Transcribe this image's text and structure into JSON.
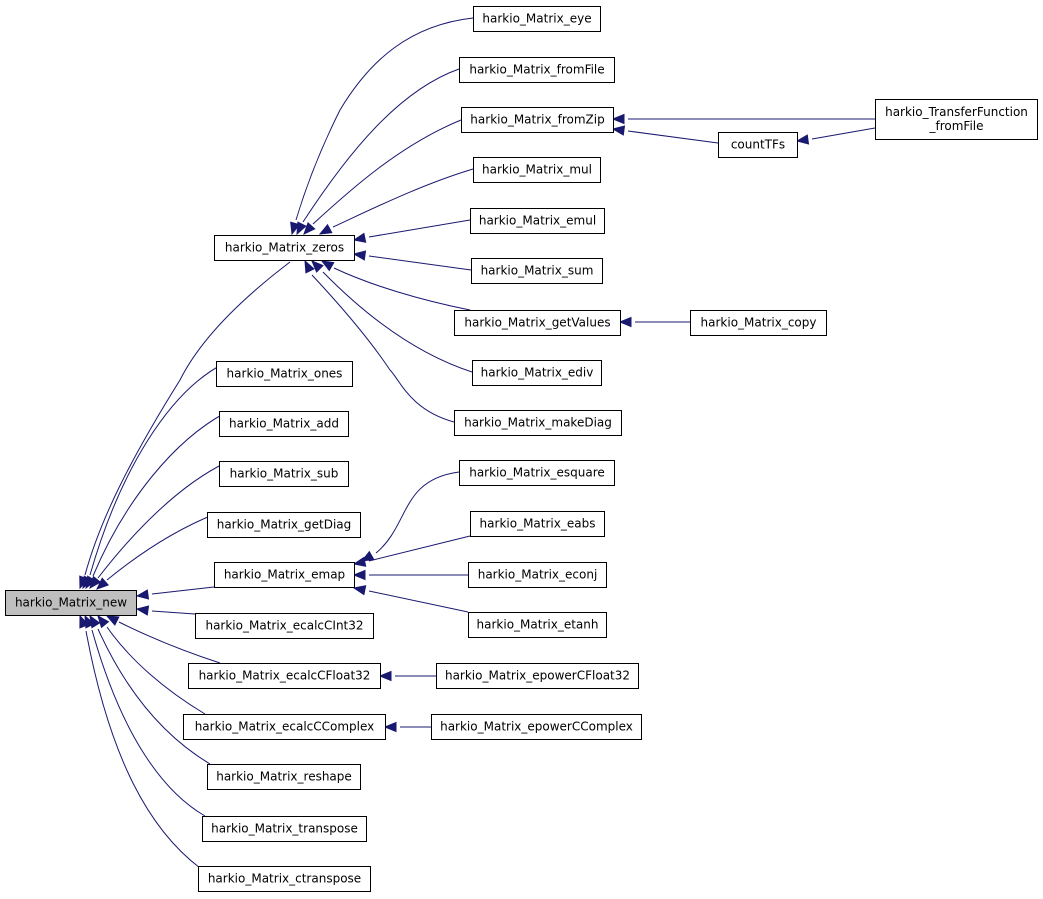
{
  "graph": {
    "nodes": [
      {
        "id": "new",
        "lines": [
          "harkio_Matrix_new"
        ]
      },
      {
        "id": "zeros",
        "lines": [
          "harkio_Matrix_zeros"
        ]
      },
      {
        "id": "ones",
        "lines": [
          "harkio_Matrix_ones"
        ]
      },
      {
        "id": "add",
        "lines": [
          "harkio_Matrix_add"
        ]
      },
      {
        "id": "sub",
        "lines": [
          "harkio_Matrix_sub"
        ]
      },
      {
        "id": "getDiag",
        "lines": [
          "harkio_Matrix_getDiag"
        ]
      },
      {
        "id": "emap",
        "lines": [
          "harkio_Matrix_emap"
        ]
      },
      {
        "id": "ecalcCInt32",
        "lines": [
          "harkio_Matrix_ecalcCInt32"
        ]
      },
      {
        "id": "ecalcCFloat32",
        "lines": [
          "harkio_Matrix_ecalcCFloat32"
        ]
      },
      {
        "id": "ecalcCComplex",
        "lines": [
          "harkio_Matrix_ecalcCComplex"
        ]
      },
      {
        "id": "reshape",
        "lines": [
          "harkio_Matrix_reshape"
        ]
      },
      {
        "id": "transpose",
        "lines": [
          "harkio_Matrix_transpose"
        ]
      },
      {
        "id": "ctranspose",
        "lines": [
          "harkio_Matrix_ctranspose"
        ]
      },
      {
        "id": "eye",
        "lines": [
          "harkio_Matrix_eye"
        ]
      },
      {
        "id": "fromFile",
        "lines": [
          "harkio_Matrix_fromFile"
        ]
      },
      {
        "id": "fromZip",
        "lines": [
          "harkio_Matrix_fromZip"
        ]
      },
      {
        "id": "mul",
        "lines": [
          "harkio_Matrix_mul"
        ]
      },
      {
        "id": "emul",
        "lines": [
          "harkio_Matrix_emul"
        ]
      },
      {
        "id": "sum",
        "lines": [
          "harkio_Matrix_sum"
        ]
      },
      {
        "id": "getValues",
        "lines": [
          "harkio_Matrix_getValues"
        ]
      },
      {
        "id": "ediv",
        "lines": [
          "harkio_Matrix_ediv"
        ]
      },
      {
        "id": "makeDiag",
        "lines": [
          "harkio_Matrix_makeDiag"
        ]
      },
      {
        "id": "esquare",
        "lines": [
          "harkio_Matrix_esquare"
        ]
      },
      {
        "id": "eabs",
        "lines": [
          "harkio_Matrix_eabs"
        ]
      },
      {
        "id": "econj",
        "lines": [
          "harkio_Matrix_econj"
        ]
      },
      {
        "id": "etanh",
        "lines": [
          "harkio_Matrix_etanh"
        ]
      },
      {
        "id": "epowerCFloat32",
        "lines": [
          "harkio_Matrix_epowerCFloat32"
        ]
      },
      {
        "id": "epowerCComplex",
        "lines": [
          "harkio_Matrix_epowerCComplex"
        ]
      },
      {
        "id": "countTFs",
        "lines": [
          "countTFs"
        ]
      },
      {
        "id": "copy",
        "lines": [
          "harkio_Matrix_copy"
        ]
      },
      {
        "id": "tf_fromFile",
        "lines": [
          "harkio_TransferFunction",
          "_fromFile"
        ]
      }
    ],
    "edges": [
      {
        "from": "zeros",
        "to": "new"
      },
      {
        "from": "ones",
        "to": "new"
      },
      {
        "from": "add",
        "to": "new"
      },
      {
        "from": "sub",
        "to": "new"
      },
      {
        "from": "getDiag",
        "to": "new"
      },
      {
        "from": "emap",
        "to": "new"
      },
      {
        "from": "ecalcCInt32",
        "to": "new"
      },
      {
        "from": "ecalcCFloat32",
        "to": "new"
      },
      {
        "from": "ecalcCComplex",
        "to": "new"
      },
      {
        "from": "reshape",
        "to": "new"
      },
      {
        "from": "transpose",
        "to": "new"
      },
      {
        "from": "ctranspose",
        "to": "new"
      },
      {
        "from": "eye",
        "to": "zeros"
      },
      {
        "from": "fromFile",
        "to": "zeros"
      },
      {
        "from": "fromZip",
        "to": "zeros"
      },
      {
        "from": "mul",
        "to": "zeros"
      },
      {
        "from": "emul",
        "to": "zeros"
      },
      {
        "from": "sum",
        "to": "zeros"
      },
      {
        "from": "getValues",
        "to": "zeros"
      },
      {
        "from": "ediv",
        "to": "zeros"
      },
      {
        "from": "makeDiag",
        "to": "zeros"
      },
      {
        "from": "esquare",
        "to": "emap"
      },
      {
        "from": "eabs",
        "to": "emap"
      },
      {
        "from": "econj",
        "to": "emap"
      },
      {
        "from": "etanh",
        "to": "emap"
      },
      {
        "from": "epowerCFloat32",
        "to": "ecalcCFloat32"
      },
      {
        "from": "epowerCComplex",
        "to": "ecalcCComplex"
      },
      {
        "from": "countTFs",
        "to": "fromZip"
      },
      {
        "from": "tf_fromFile",
        "to": "fromZip"
      },
      {
        "from": "tf_fromFile",
        "to": "countTFs"
      },
      {
        "from": "copy",
        "to": "getValues"
      }
    ]
  },
  "colors": {
    "edge": "#191970",
    "root_fill": "#bfbfbf",
    "node_fill": "#ffffff",
    "node_border": "#000000"
  }
}
